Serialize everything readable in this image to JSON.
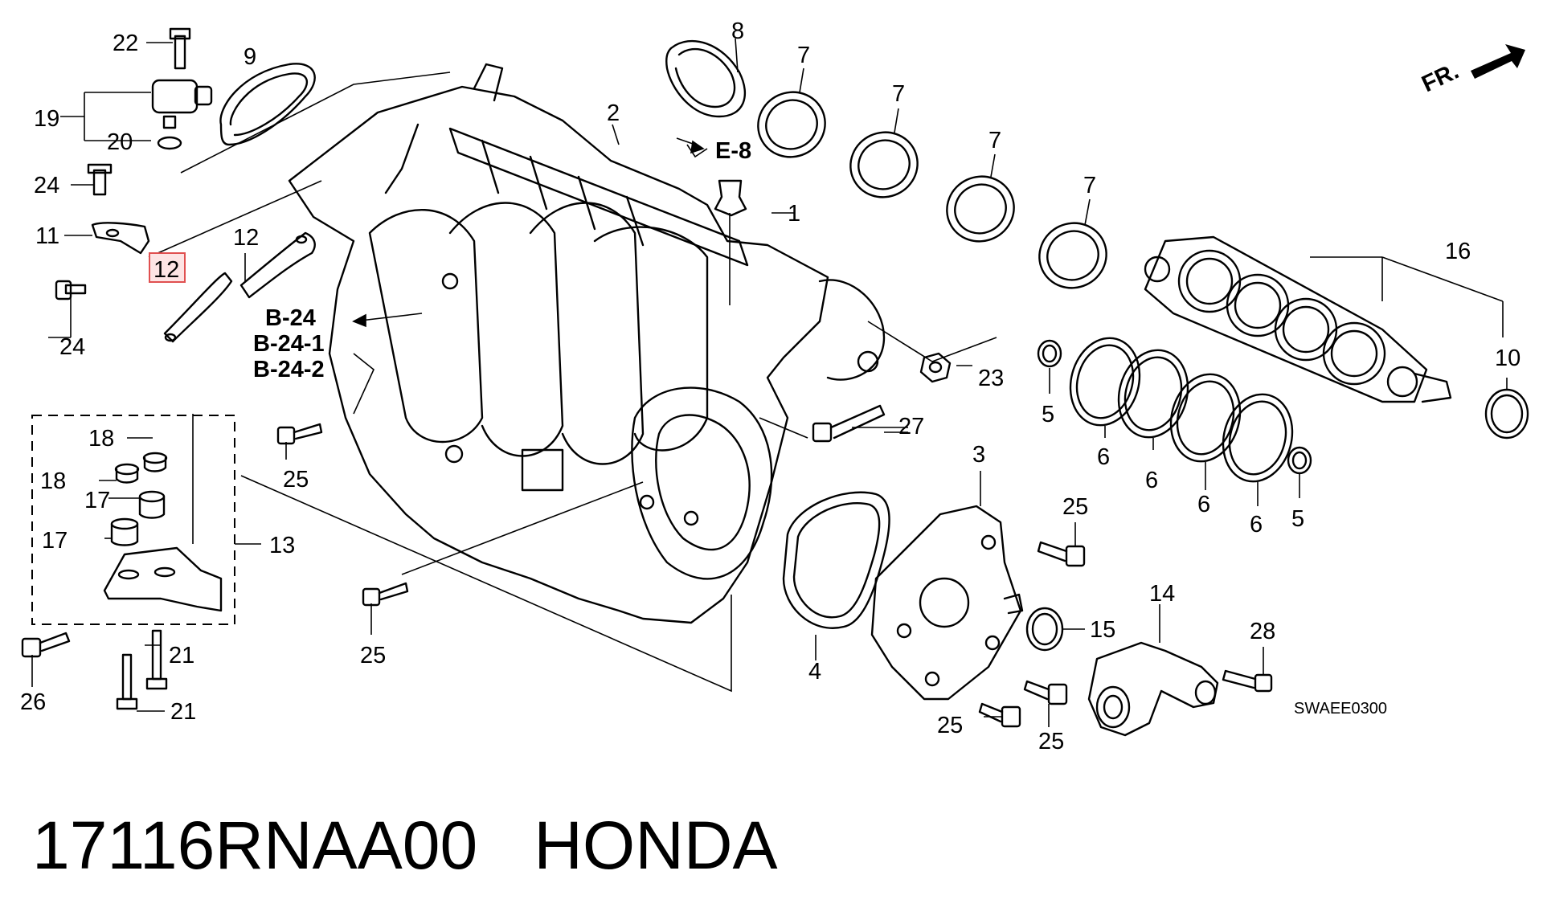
{
  "footer": {
    "part_number": "17116RNAA00",
    "brand": "HONDA"
  },
  "diagram_code": "SWAEE0300",
  "direction_label": "FR.",
  "references": {
    "e8": "E-8",
    "b24": "B-24",
    "b24_1": "B-24-1",
    "b24_2": "B-24-2"
  },
  "highlighted_callout": "12",
  "callouts": [
    "22",
    "9",
    "19",
    "20",
    "24",
    "11",
    "12",
    "24",
    "8",
    "7",
    "7",
    "7",
    "7",
    "2",
    "1",
    "16",
    "10",
    "23",
    "5",
    "6",
    "6",
    "6",
    "6",
    "5",
    "18",
    "18",
    "17",
    "17",
    "13",
    "25",
    "27",
    "3",
    "25",
    "25",
    "4",
    "15",
    "14",
    "28",
    "26",
    "21",
    "21",
    "25",
    "25"
  ]
}
